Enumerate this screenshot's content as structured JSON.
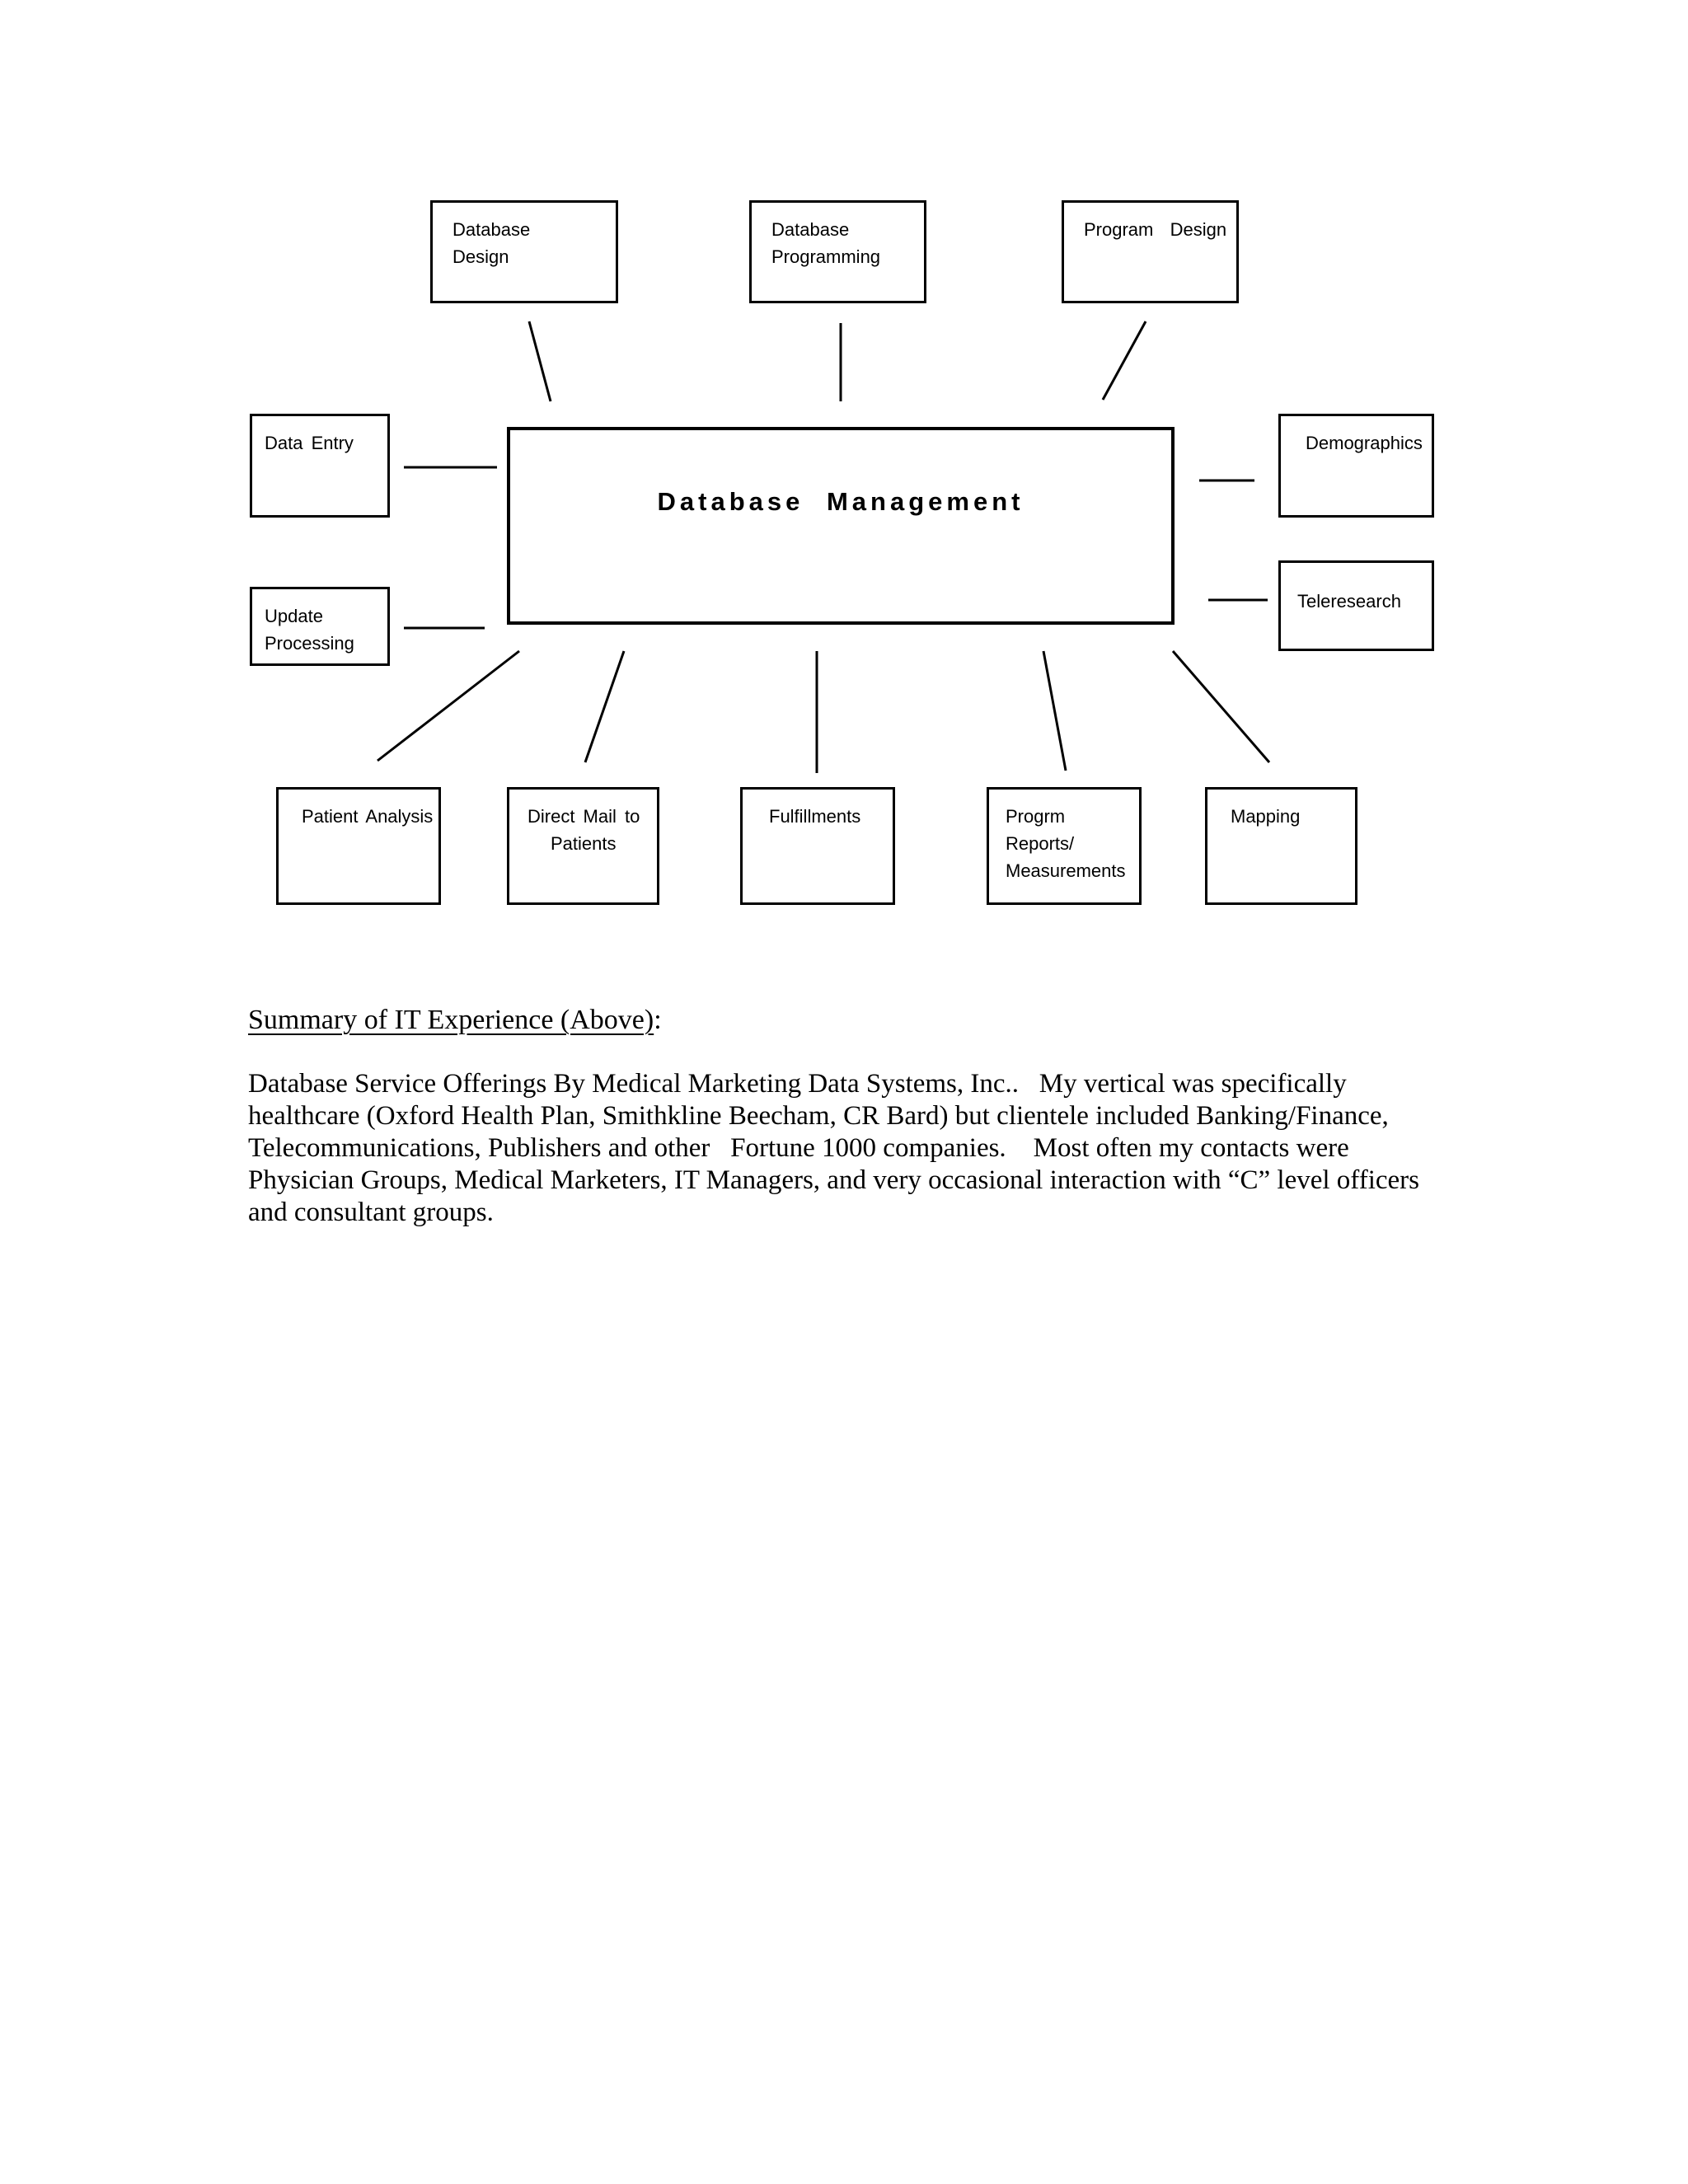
{
  "document": {
    "heading": {
      "underlined_text": "Summary of IT Experience (Above)",
      "suffix": ":"
    },
    "paragraph_lines": [
      "Database Service Offerings By Medical Marketing Data Systems, Inc..   My vertical was specifically",
      "healthcare (Oxford Health Plan, Smithkline Beecham, CR Bard) but clientele included Banking/Finance,",
      "Telecommunications, Publishers and other   Fortune 1000 companies.    Most often my contacts were",
      "Physician Groups, Medical Marketers, IT Managers, and very occasional interaction with “C” level officers",
      "and consultant groups."
    ]
  },
  "diagram": {
    "center_label": "Database Management",
    "boxes": {
      "db_design": {
        "line1": "Database",
        "line2": "Design"
      },
      "db_programming": {
        "line1": "Database",
        "line2": "Programming"
      },
      "program_design": {
        "line1": "Program  Design"
      },
      "data_entry": {
        "line1": "Data Entry"
      },
      "update_processing": {
        "line1": "Update",
        "line2": "Processing"
      },
      "demographics": {
        "line1": "Demographics"
      },
      "teleresearch": {
        "line1": "Teleresearch"
      },
      "patient_analysis": {
        "line1": "Patient Analysis"
      },
      "direct_mail": {
        "line1": "Direct Mail to",
        "line2": "Patients"
      },
      "fulfillments": {
        "line1": "Fulfillments"
      },
      "progrm_reports": {
        "line1": "Progrm Reports/",
        "line2": "Measurements"
      },
      "mapping": {
        "line1": "Mapping"
      }
    },
    "colors": {
      "ink": "#000000",
      "paper": "#ffffff"
    }
  }
}
